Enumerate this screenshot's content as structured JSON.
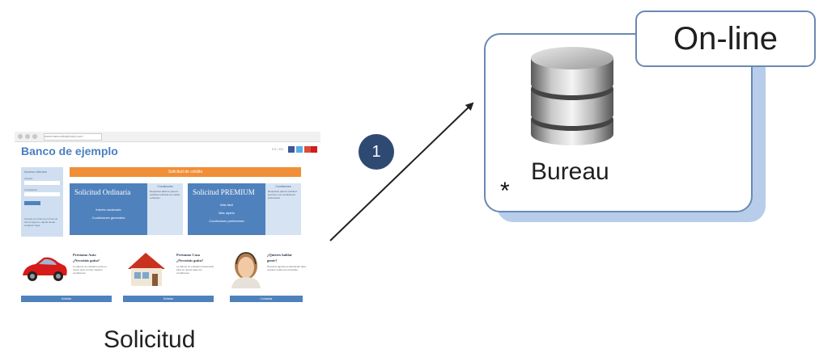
{
  "website": {
    "url": "www.bancodeejemplo.com",
    "bank_name": "Banco de ejemplo",
    "login_title": "Acceso clientes",
    "login_user_label": "Usuario",
    "login_pass_label": "Contraseña",
    "login_note": "Acceda a su banca en línea de forma segura y rápida desde cualquier lugar",
    "banner_text": "Solicitud de crédito",
    "products": [
      {
        "title": "Solicitud Ordinaria",
        "lines": [
          "Interés moderado",
          "Condiciones generales"
        ],
        "side_head": "Condiciones",
        "side_text": "Requisitos básicos para la solicitud ordinaria de crédito a clientes"
      },
      {
        "title": "Solicitud PREMIUM",
        "lines": [
          "Más fácil",
          "Más rápido",
          "Condiciones preferentes"
        ],
        "side_head": "Condiciones",
        "side_text": "Requisitos para la solicitud premium con condiciones preferentes"
      }
    ],
    "promos": [
      {
        "title": "Préstamo Auto",
        "subtitle": "¿Necesitás guita?",
        "text": "Le damos un préstamo para su nuevo auto con las mejores condiciones",
        "button": "Solicitar",
        "image": "red-car"
      },
      {
        "title": "Préstamo Casa",
        "subtitle": "¿Necesitás guita?",
        "text": "Le damos un préstamo hipotecario para su nueva casa con condiciones",
        "button": "Solicitar",
        "image": "house"
      },
      {
        "title": "¿Quieres hablar",
        "subtitle": "gente?",
        "text": "Nuestros agentes le atenderán para resolver todas sus consultas",
        "button": "Contactar",
        "image": "call-center-agent"
      }
    ]
  },
  "labels": {
    "solicitud": "Solicitud",
    "step_number": "1",
    "bureau": "Bureau",
    "online": "On-line",
    "asterisk": "*"
  },
  "colors": {
    "step_badge": "#2e4a73",
    "box_border": "#6a89b3",
    "box_shadow": "#b7cdea",
    "site_blue": "#4f81bd",
    "site_orange": "#f08f38"
  },
  "icons": {
    "database": "database-icon",
    "arrow": "arrow-icon"
  }
}
